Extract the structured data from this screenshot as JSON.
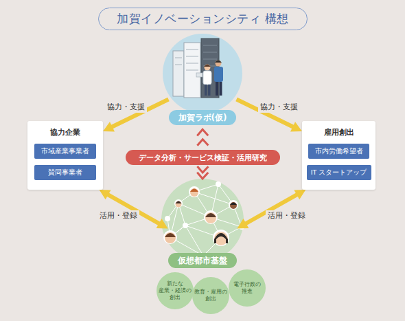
{
  "diagram": {
    "title": "加賀イノベーションシティ 構想",
    "nodes": [
      {
        "text": [
          "加賀ラボ(仮)"
        ]
      },
      {
        "text": [
          "協力企業"
        ]
      },
      {
        "text": [
          "市域産業事業者"
        ],
        "in": 1
      },
      {
        "text": [
          "賛同事業者"
        ],
        "in": 1
      },
      {
        "text": [
          "雇用創出"
        ]
      },
      {
        "text": [
          "市内労働希望者"
        ],
        "in": 4
      },
      {
        "text": [
          "IT スタートアップ"
        ],
        "in": 4
      },
      {
        "text": [
          "データ分析・サービス検証・活用研究"
        ]
      },
      {
        "text": [
          "仮想都市基盤"
        ]
      },
      {
        "text": [
          "新たな 産業・経済の 創出"
        ]
      },
      {
        "text": [
          "教育・雇用の 創出"
        ]
      },
      {
        "text": [
          "電子行政の 推進"
        ]
      }
    ],
    "edges": [
      {
        "from": 0,
        "to": 1,
        "arrow": "to",
        "label": "協力・支援"
      },
      {
        "from": 0,
        "to": 4,
        "arrow": "to",
        "label": "協力・支援"
      },
      {
        "from": 1,
        "to": 8,
        "arrow": "both",
        "label": "活用・登録"
      },
      {
        "from": 4,
        "to": 8,
        "arrow": "both",
        "label": "活用・登録"
      },
      {
        "from": 7,
        "to": 0,
        "arrow": "to"
      },
      {
        "from": 7,
        "to": 8,
        "arrow": "to"
      }
    ]
  }
}
